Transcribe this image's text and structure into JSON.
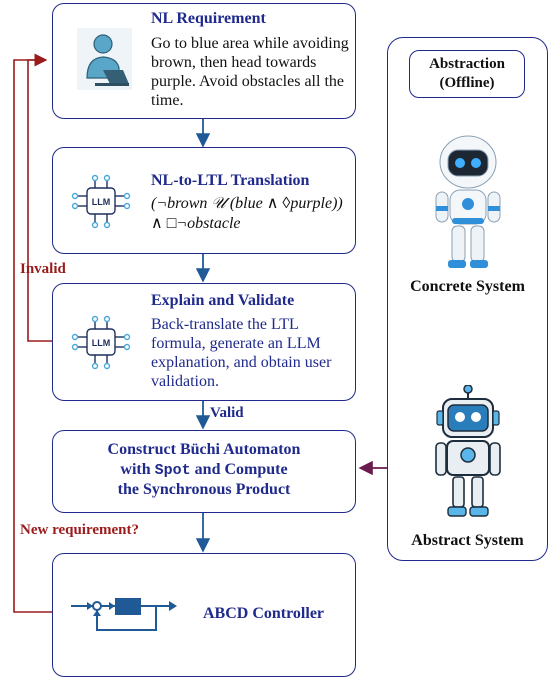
{
  "nl_requirement": {
    "title": "NL Requirement",
    "text": "Go to blue area while avoiding brown, then head towards purple. Avoid obstacles all the time."
  },
  "translation": {
    "title": "NL-to-LTL Translation",
    "formula_line1": "(¬brown 𝒰 (blue ∧ ◊purple))",
    "formula_line2": "∧ □¬obstacle"
  },
  "explain": {
    "title": "Explain and Validate",
    "text": "Back-translate the LTL formula, generate an LLM explanation, and obtain user validation."
  },
  "construct": {
    "line1": "Construct Büchi Automaton",
    "line2_pre": "with ",
    "line2_code": "Spot",
    "line2_post": " and Compute",
    "line3": "the Synchronous Product"
  },
  "controller": {
    "title": "ABCD Controller"
  },
  "abstraction": {
    "title_line1": "Abstraction",
    "title_line2": "(Offline)",
    "concrete_label": "Concrete System",
    "abstract_label": "Abstract System"
  },
  "llm_chip_label": "LLM",
  "edge_labels": {
    "invalid": "Invalid",
    "valid": "Valid",
    "new_requirement": "New requirement?"
  },
  "colors": {
    "box_border": "#1f2a8c",
    "arrow_blue": "#1f5a96",
    "feedback_red": "#9b1b1b",
    "abstraction_arrow": "#6a1a4c",
    "text_blue": "#1f2a8c"
  }
}
